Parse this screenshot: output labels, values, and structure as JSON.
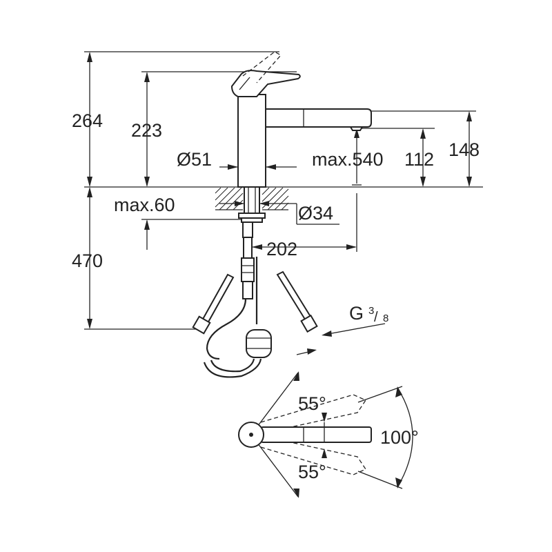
{
  "dimensions": {
    "height_total": "264",
    "height_spout": "223",
    "diameter_body": "Ø51",
    "reach": "max.540",
    "height_outlet": "112",
    "height_spout_top": "148",
    "max_deck": "max.60",
    "diameter_hole": "Ø34",
    "below_deck": "470",
    "hose_offset": "202",
    "thread_g": "G",
    "thread_num": "3",
    "thread_den": "8",
    "swivel_left_top": "55°",
    "swivel_left_bottom": "55°",
    "swivel_total": "100°"
  }
}
